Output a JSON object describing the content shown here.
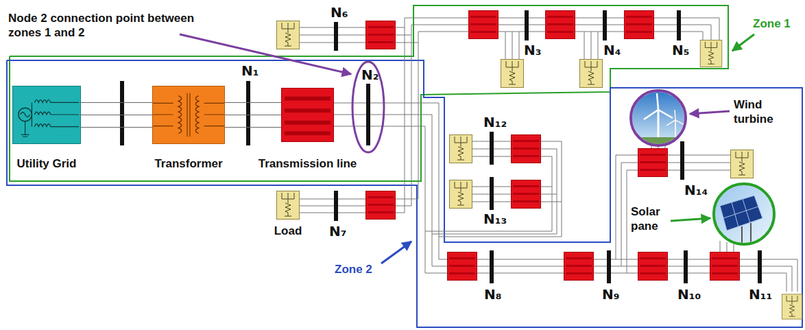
{
  "diagram": {
    "nodes": [
      {
        "text": [
          "Utility Grid"
        ]
      },
      {
        "text": [
          "Transformer"
        ]
      },
      {
        "text": [
          "Transmission line"
        ]
      },
      {
        "text": [
          "Load"
        ]
      }
    ],
    "edges": [
      {
        "from": 0,
        "to": 1,
        "arrow": "none"
      },
      {
        "from": 1,
        "to": 2,
        "arrow": "none"
      }
    ],
    "labels": [
      "Node 2 connection point between zones 1 and 2",
      "N₁",
      "N₂",
      "N₆",
      "N₇",
      "N₃",
      "N₄",
      "N₅",
      "Zone 1",
      "N₁₂",
      "N₁₃",
      "Wind turbine",
      "N₁₄",
      "Solar pane",
      "N₈",
      "N₉",
      "N₁₀",
      "N₁₁",
      "Zone 2"
    ]
  }
}
